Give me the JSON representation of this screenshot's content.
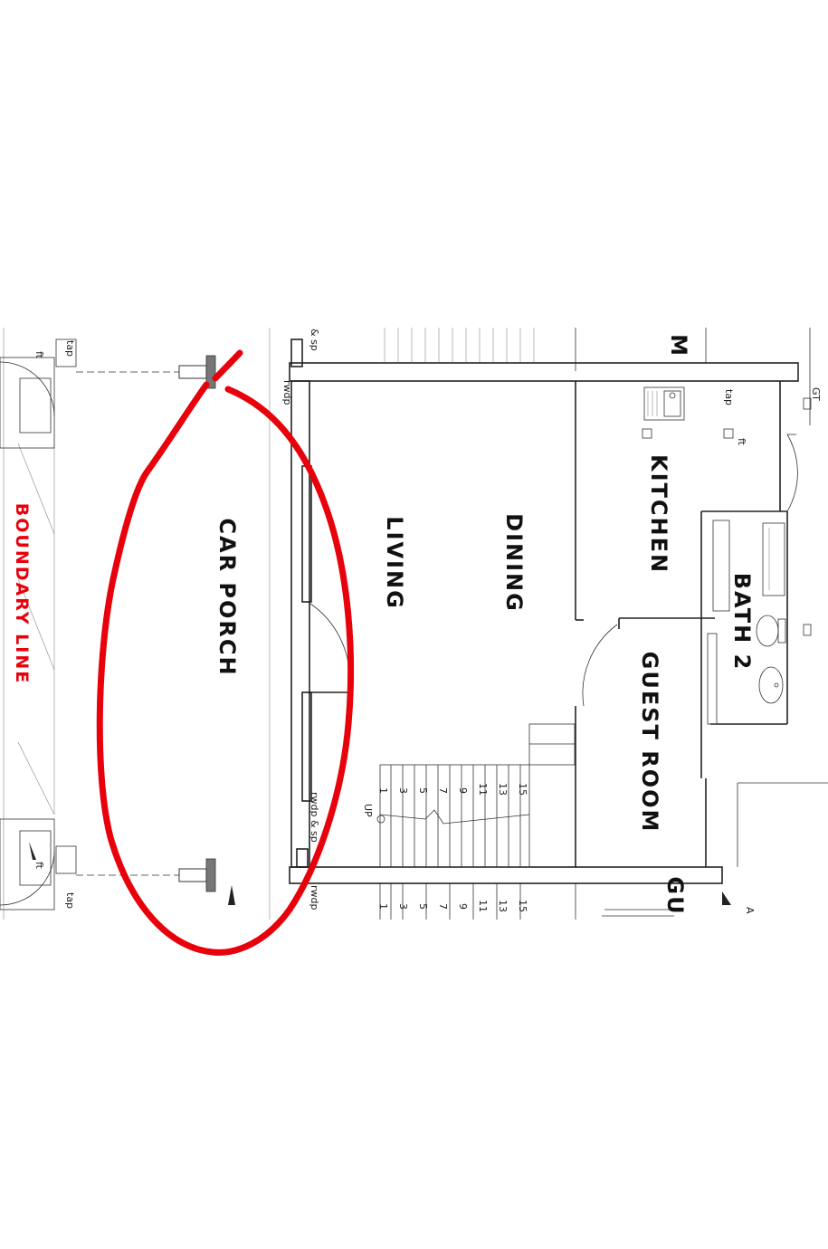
{
  "rooms": {
    "car_porch": "CAR PORCH",
    "living": "LIVING",
    "dining": "DINING",
    "kitchen": "KITCHEN",
    "bath2": "BATH 2",
    "guest_room": "GUEST ROOM",
    "partial_top": "M",
    "partial_bottom": "GU"
  },
  "boundary_label": "BOUNDARY LINE",
  "annotations": {
    "tap_top_left": "tap",
    "tap_kitchen": "tap",
    "tap_bottom_left": "tap",
    "ft_top_left": "ft",
    "ft_kitchen": "ft",
    "ft_bottom_left": "ft",
    "sp_top": "& sp",
    "rwdp_top": "rwdp",
    "rwdp_sp_bottom": "rwdp & sp",
    "rwdp_bottom": "rwdp",
    "gt": "GT",
    "up": "UP",
    "partial_a": "A"
  },
  "stairs": {
    "numbers": [
      "1",
      "3",
      "5",
      "7",
      "9",
      "11",
      "13",
      "15"
    ]
  },
  "colors": {
    "highlight": "#e8000b",
    "boundary_text": "#e8000b",
    "lines": "#222222"
  }
}
